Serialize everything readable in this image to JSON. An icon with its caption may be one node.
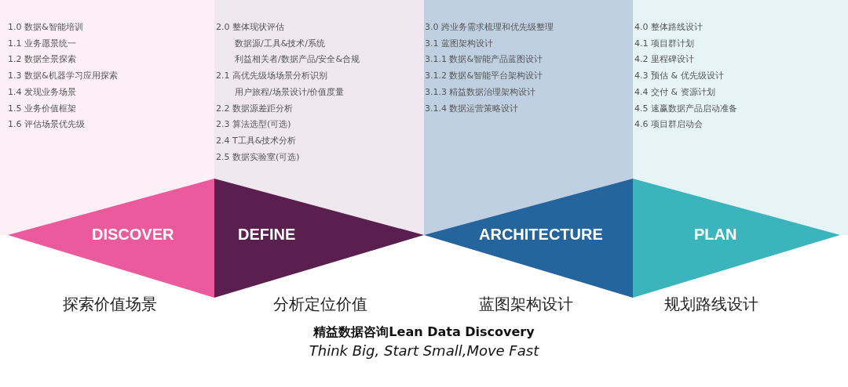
{
  "diagram": {
    "title": "精益数据咨询Lean Data Discovery",
    "caption": "Think Big, Start Small,Move Fast",
    "nodes": [
      {
        "text": [
          "1.0 数据&智能培训",
          "1.1 业务愿景统一",
          "1.2 数据全景探索",
          "1.3 数据&机器学习应用探索",
          "1.4 发现业务场景",
          "1.5 业务价值框架",
          "1.6 评估场景优先级"
        ]
      },
      {
        "text": [
          "2.0 整体现状评估",
          "数据源/工具&技术/系统",
          "利益相关者/数据产品/安全&合规",
          "2.1 高优先级场场景分析识别",
          "用户旅程/场景设计/价值度量",
          "2.2 数据源差距分析",
          "2.3 算法选型(可选)",
          "2.4 T工具&技术分析",
          "2.5 数据实验室(可选)"
        ]
      },
      {
        "text": [
          "3.0 跨业务需求梳理和优先级整理",
          "3.1 蓝图架构设计",
          "3.1.1 数据&智能产品蓝图设计",
          "3.1.2 数据&智能平台架构设计",
          "3.1.3 精益数据治理架构设计",
          "3.1.4 数据运营策略设计"
        ]
      },
      {
        "text": [
          "4.0 整体路线设计",
          "4.1 项目群计划",
          "4.2 里程碑设计",
          "4.3 预估 & 优先级设计",
          "4.4 交付 & 资源计划",
          "4.5 速赢数据产品启动准备",
          "4.6 项目群启动会"
        ]
      },
      {
        "text": [
          "DISCOVER"
        ],
        "beside": [
          "探索价值场景"
        ]
      },
      {
        "text": [
          "DEFINE"
        ],
        "beside": [
          "分析定位价值"
        ]
      },
      {
        "text": [
          "ARCHITECTURE"
        ],
        "beside": [
          "蓝图架构设计"
        ]
      },
      {
        "text": [
          "PLAN"
        ],
        "beside": [
          "规划路线设计"
        ]
      }
    ],
    "edges": []
  }
}
